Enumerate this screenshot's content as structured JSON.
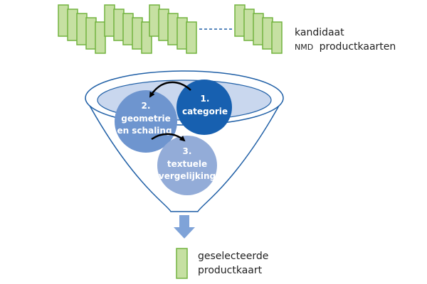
{
  "input_label": {
    "line1": "kandidaat",
    "line2_prefix": "NMD",
    "line2_main": "productkaarten"
  },
  "steps": [
    {
      "number": "1.",
      "line1": "categorie",
      "line2": ""
    },
    {
      "number": "2.",
      "line1": "geometrie",
      "line2": "en schaling"
    },
    {
      "number": "3.",
      "line1": "textuele",
      "line2": "vergelijking"
    }
  ],
  "output_label": {
    "line1": "geselecteerde",
    "line2": "productkaart"
  },
  "colors": {
    "card_fill": "#c6e0a2",
    "card_stroke": "#72b33f",
    "funnel_stroke": "#1f5fa6",
    "funnel_top_fill": "#c9d7ee",
    "step1_fill": "#1760b0",
    "step2_fill": "#6e95cf",
    "step3_fill": "#93acd8",
    "arrow_fill": "#7fa3d8",
    "connector": "#1f5fa6"
  }
}
